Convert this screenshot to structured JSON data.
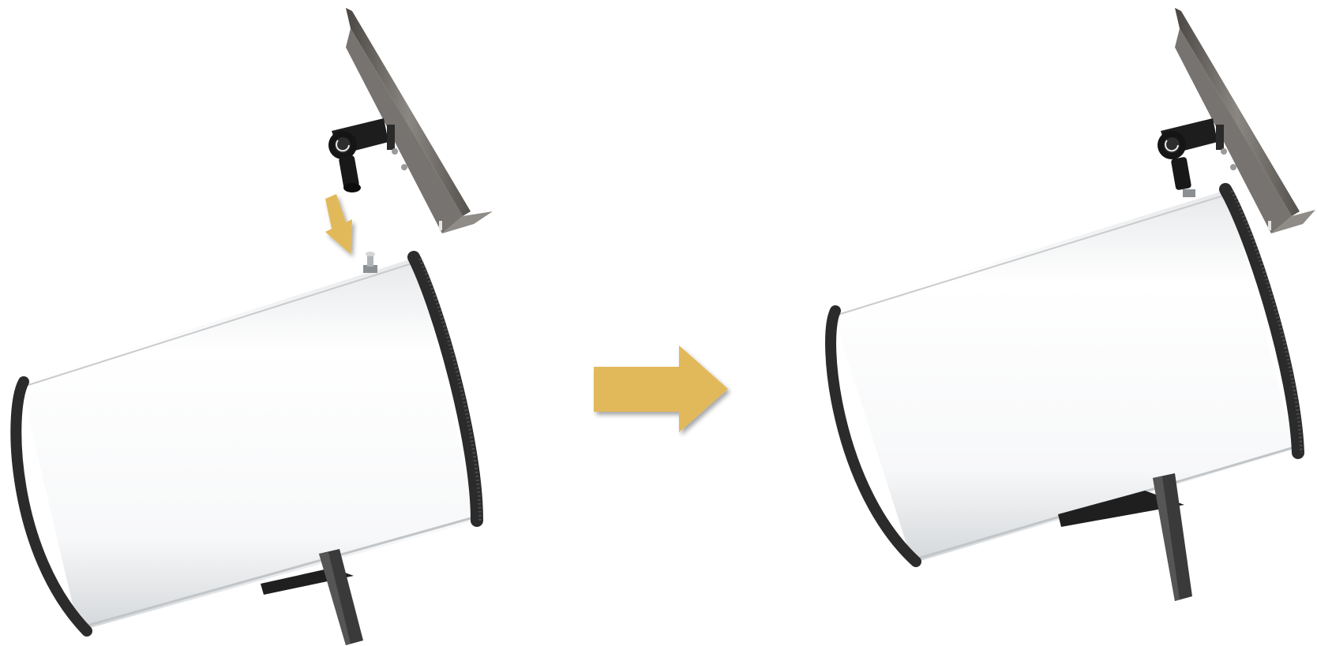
{
  "diagram": {
    "steps": [
      {
        "id": "before",
        "state": "bracket separated from speaker, arrow indicating downward mounting onto top bolt"
      },
      {
        "id": "after",
        "state": "bracket mounted on top of speaker"
      }
    ]
  },
  "colors": {
    "background": "#ffffff",
    "arrow": "#e2b95a",
    "arrow_shadow": "#b89345",
    "speaker_body": "#ffffff",
    "speaker_shade": "#d9dbdd",
    "rim": "#2b2b2b",
    "bracket_plate": "#6e6b67",
    "bracket_dark": "#1b1b1b",
    "stand": "#3a3a3a"
  },
  "icons": {
    "transition_arrow": "right-arrow-icon",
    "mount_arrow": "down-arrow-icon"
  }
}
